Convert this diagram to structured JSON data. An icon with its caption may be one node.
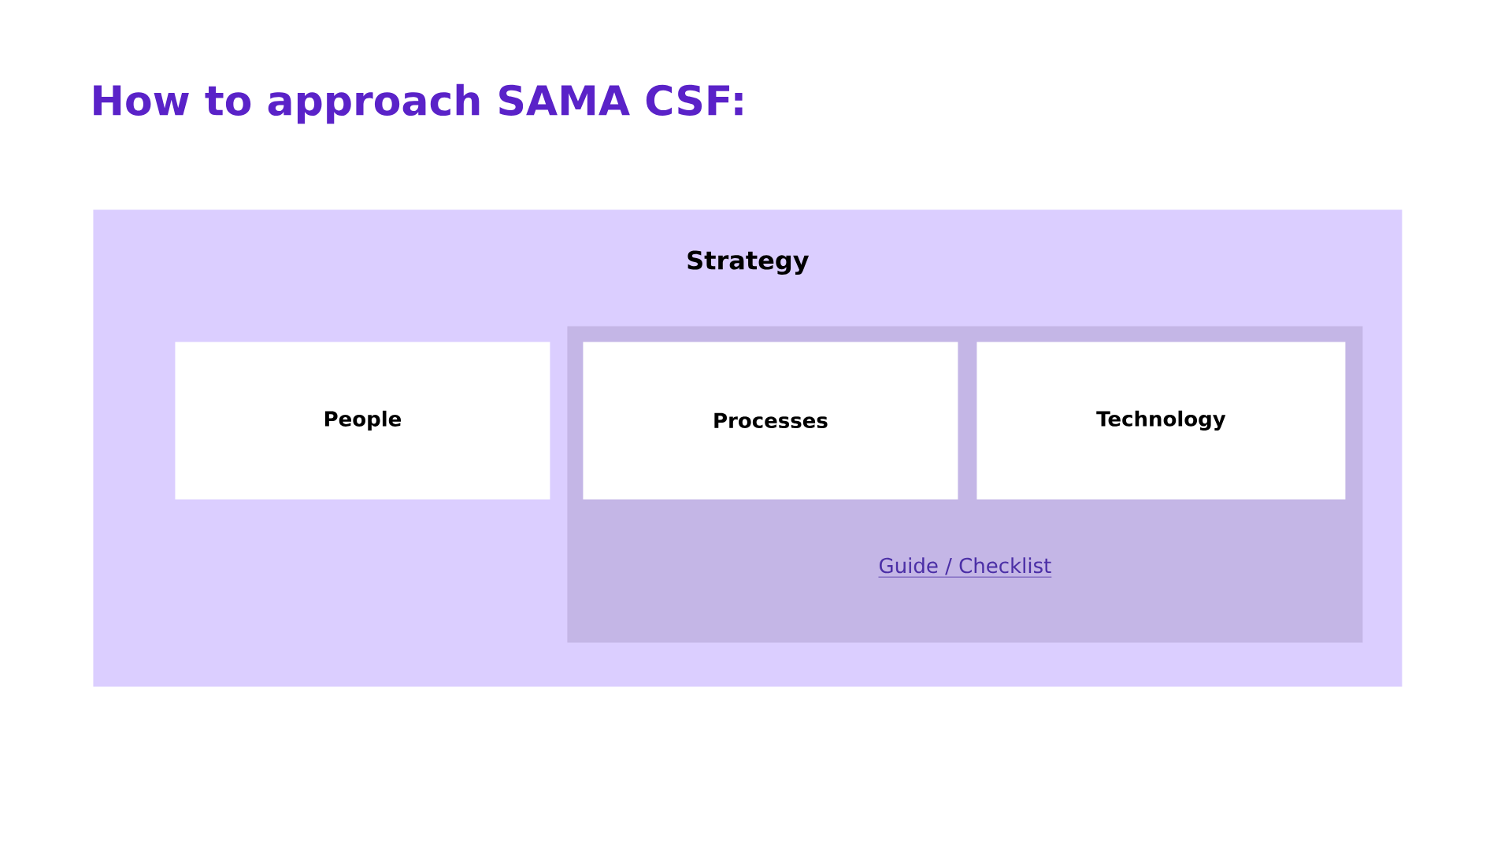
{
  "diagram": {
    "title": "How to approach SAMA CSF:",
    "nodes": [
      {
        "text": [
          "Strategy"
        ]
      },
      {
        "text": [
          "People"
        ],
        "in": 0
      },
      {
        "text": [
          "Guide / Checklist"
        ],
        "in": 0
      },
      {
        "text": [
          "Processes"
        ],
        "in": 2
      },
      {
        "text": [
          "Technology"
        ],
        "in": 2
      }
    ]
  }
}
